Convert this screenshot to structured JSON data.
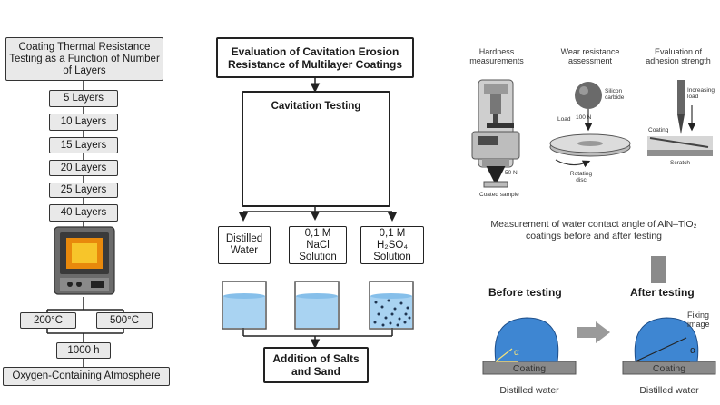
{
  "left_flow": {
    "title": "Coating Thermal Resistance Testing as a Function of Number of Layers",
    "layers": [
      "5 Layers",
      "10 Layers",
      "15 Layers",
      "20 Layers",
      "25 Layers",
      "40 Layers"
    ],
    "temp_low": "200°C",
    "temp_high": "500°C",
    "duration": "1000 h",
    "atmosphere": "Oxygen-Containing Atmosphere"
  },
  "middle_flow": {
    "title": "Evaluation of Cavitation Erosion Resistance of Multilayer Coatings",
    "cavitation": "Cavitation Testing",
    "solutions": [
      "Distilled Water",
      "0,1 M NaCl Solution",
      "0,1 M H₂SO₄ Solution"
    ],
    "addition": "Addition of Salts and Sand"
  },
  "right_panel": {
    "hardness": "Hardness measurements",
    "wear": "Wear resistance assessment",
    "adhesion": "Evaluation of adhesion strength",
    "load_50": "50 N",
    "coated_sample": "Coated sample",
    "silicon_carbide": "Silicon carbide",
    "load_100": "100 N",
    "load": "Load",
    "rotating_disc": "Rotating disc",
    "increasing_load": "Increasing load",
    "coating_small": "Coating",
    "scratch": "Scratch",
    "contact_angle_title": "Measurement of water contact angle of AlN–TiO₂ coatings before and after testing",
    "before": "Before testing",
    "after": "After testing",
    "coating": "Coating",
    "distilled_water": "Distilled water",
    "fixing_image": "Fixing image",
    "alpha": "α"
  }
}
